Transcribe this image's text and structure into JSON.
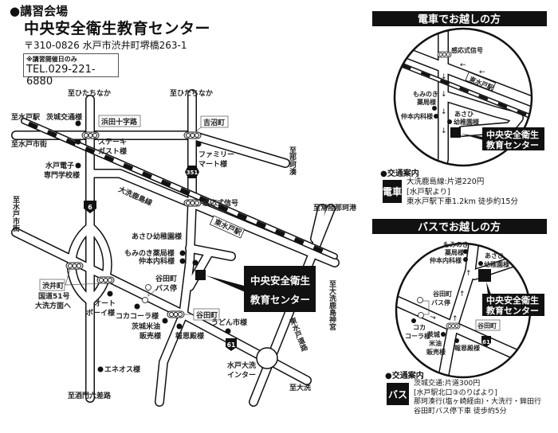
{
  "header": {
    "section": "●講習会場",
    "facility": "中央安全衛生教育センター",
    "address": "〒310-0826 水戸市渋井町堺橋263-1",
    "tel_note": "※講習開催日のみ",
    "tel": "TEL.029-221-6880"
  },
  "main_map": {
    "labels": [
      "至ひたちなか",
      "至ひたちなか",
      "至水戸駅",
      "茨城交通様",
      "浜田十字路",
      "至水戸市街",
      "ステーキ",
      "ガスト様",
      "水戸電子",
      "専門学校様",
      "至水戸市街",
      "大洗鹿島線",
      "吉沼町",
      "ファミリー",
      "マート様",
      "至那珂湊",
      "感応式信号",
      "至常陸那珂港",
      "東水戸駅",
      "あさひ幼稚園様",
      "もみのき薬局様",
      "仲本内科様",
      "渋井町",
      "国道51号",
      "大洗方面へ",
      "谷田町",
      "バス停",
      "オート",
      "ボーイ様",
      "コカコーラ様",
      "茨城米油",
      "販売様",
      "報恩殿様",
      "谷田町",
      "うどん市様",
      "水戸大洗",
      "インター",
      "至大洗",
      "東水戸道路",
      "至大洗鹿島神宮",
      "エネオス様",
      "至酒門六差路"
    ],
    "route_numbers": [
      "6",
      "351",
      "61"
    ],
    "destination_line1": "中央安全衛生",
    "destination_line2": "教育センター"
  },
  "train": {
    "title": "電車でお越しの方",
    "map_labels": [
      "感応式信号",
      "東水戸駅",
      "もみのき",
      "薬局様",
      "仲本内科様",
      "あさひ",
      "幼稚園様"
    ],
    "destination_line1": "中央安全衛生",
    "destination_line2": "教育センター",
    "info_heading": "●交通案内",
    "tag": "電車",
    "lines": [
      "大洗鹿島線:片道220円",
      "[水戸駅より]",
      "東水戸駅下車1.2km 徒歩約15分"
    ]
  },
  "bus": {
    "title": "バスでお越しの方",
    "map_labels": [
      "もみのき",
      "薬局様",
      "仲本内科様",
      "あさひ",
      "幼稚園様",
      "谷田町",
      "バス停",
      "コカ",
      "コーラ様",
      "茨城",
      "米油",
      "販売様",
      "報恩殿様",
      "谷田町"
    ],
    "route_number": "61",
    "destination_line1": "中央安全衛生",
    "destination_line2": "教育センター",
    "info_heading": "●交通案内",
    "tag": "バス",
    "lines": [
      "茨城交通:片道300円",
      "[水戸駅北口③のりばより]",
      "那珂湊行(塩ヶ崎経由)・大洗行・鉾田行",
      "谷田町バス停下車 徒歩約5分"
    ]
  }
}
